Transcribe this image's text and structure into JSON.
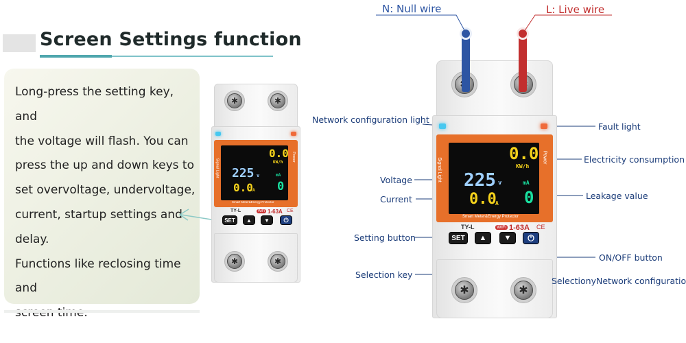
{
  "heading": {
    "title": "Screen Settings function"
  },
  "description": {
    "text": "Long-press the setting key, and\n the voltage will flash. You can\npress the up and down keys to\nset overvoltage, undervoltage,\ncurrent, startup settings and\ndelay.\nFunctions like reclosing time and\nscreen time."
  },
  "device": {
    "signal_label": "Signal Light",
    "power_label": "Power",
    "energy_value": "0.0",
    "energy_unit": "KW/h",
    "voltage_value": "225",
    "voltage_unit": "v",
    "leakage_unit": "mA",
    "leakage_value": "0",
    "current_value": "0.0",
    "current_unit": "A",
    "product_name": "Smart Meter&Energy Protector",
    "model": "TY-L",
    "wifi_badge": "WiFi",
    "rating": "1-63A",
    "ce_mark": "CE",
    "set_label": "SET",
    "screw_glyph": "✱",
    "up_glyph": "▲",
    "down_glyph": "▼",
    "power_glyph": "⏻"
  },
  "wires": {
    "neutral_label": "N: Null wire",
    "live_label": "L: Live wire",
    "neutral_color": "#2d55a3",
    "live_color": "#c22f2f"
  },
  "annotations": {
    "network_light": "Network configuration light",
    "fault_light": "Fault light",
    "electricity_consumption": "Electricity consumption",
    "voltage": "Voltage",
    "leakage_value": "Leakage value",
    "current": "Current",
    "setting_button": "Setting button",
    "on_off_button": "ON/OFF button",
    "selection_key": "Selection key",
    "selection_network": "SelectionyNetwork configuration"
  },
  "colors": {
    "face_orange": "#e7702a",
    "lcd_yellow": "#f5d21c",
    "lcd_blue": "#9fd0ff",
    "lcd_green": "#19e0a0",
    "label_blue": "#1b3c79",
    "accent_teal": "#4fa6ad"
  }
}
